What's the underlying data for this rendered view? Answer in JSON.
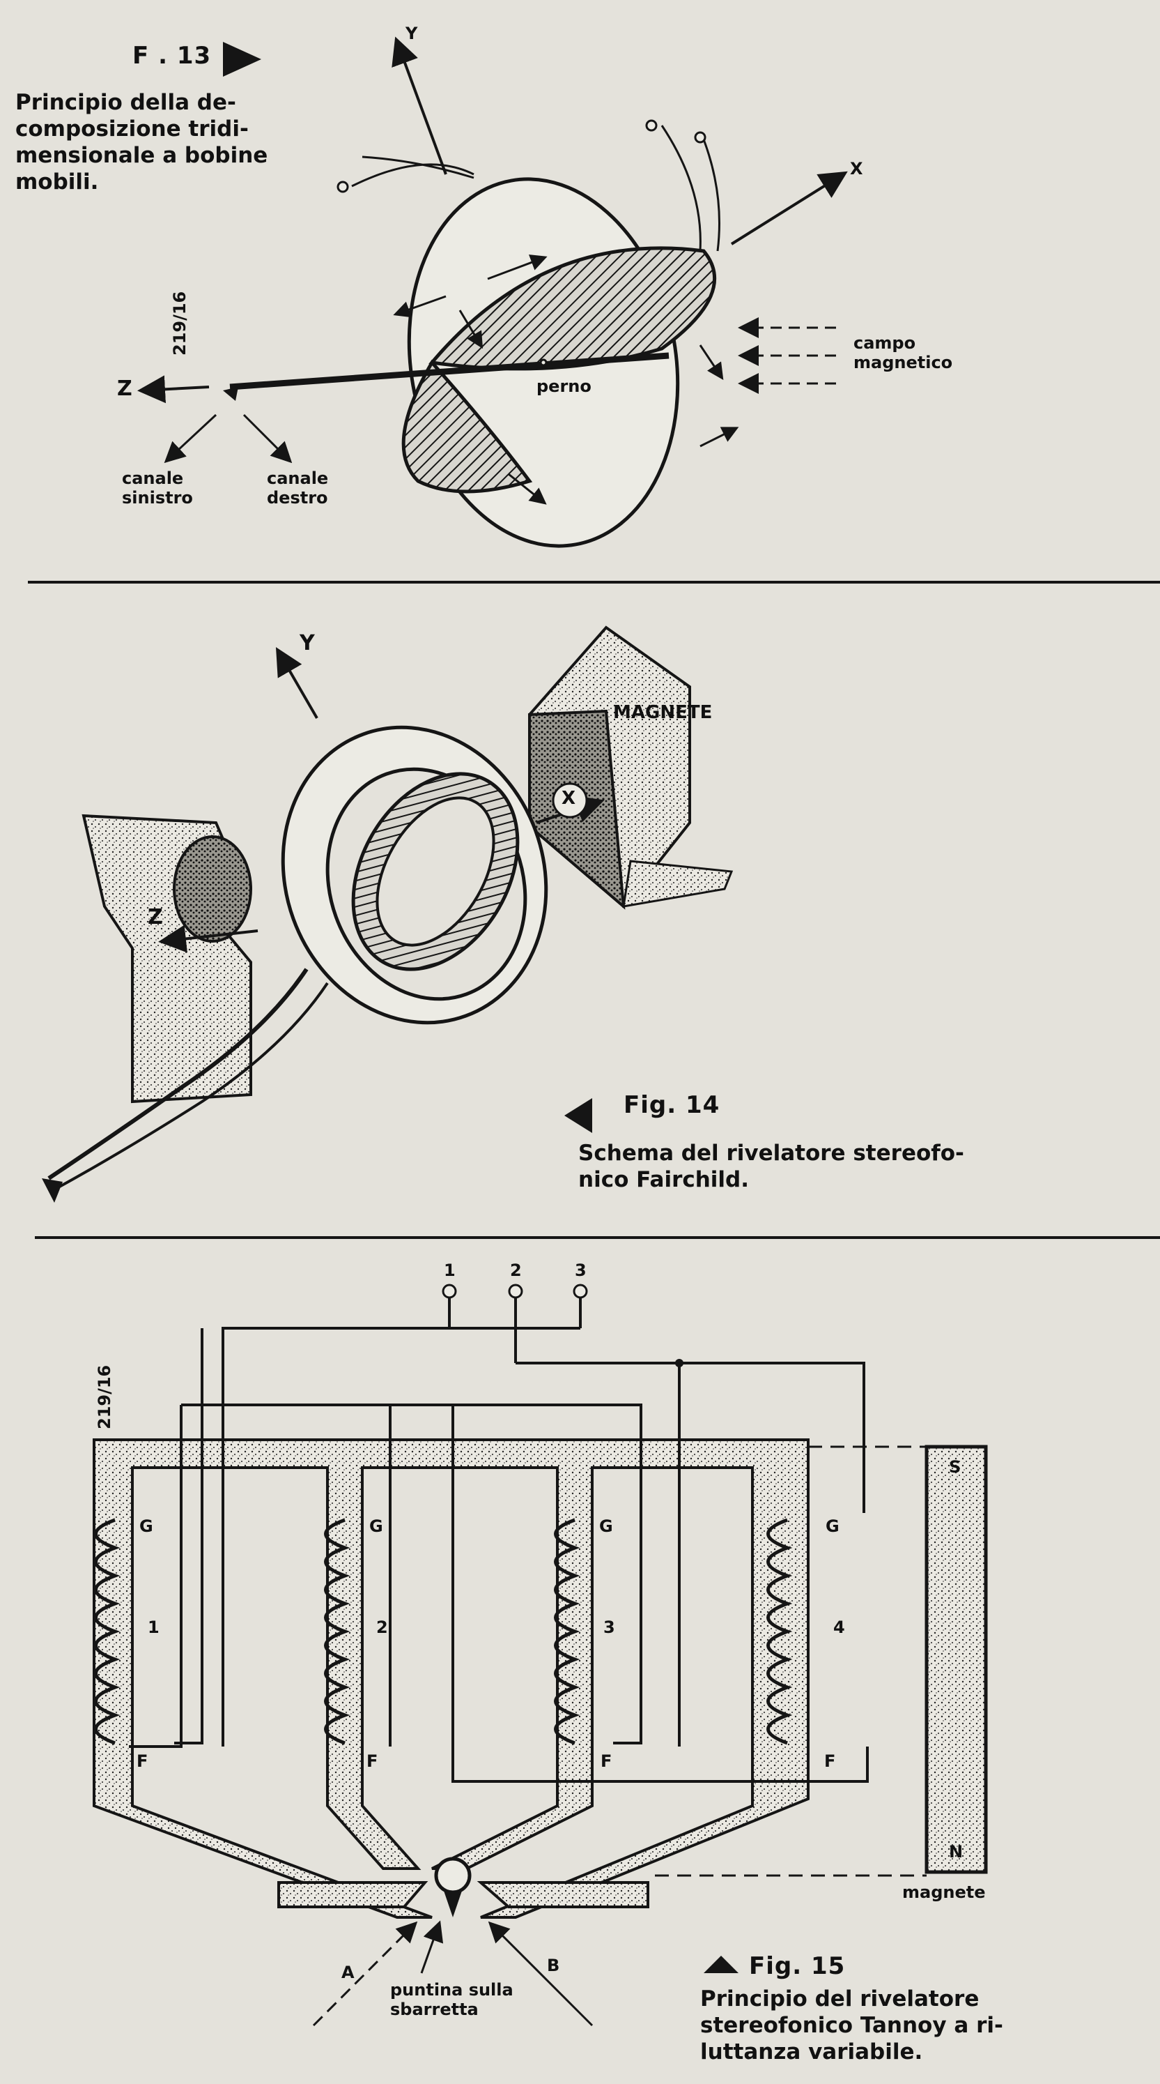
{
  "fig13": {
    "label": "F . 13",
    "caption": "Principio della de-\ncomposizione tridi-\nmensionale a bobine\nmobili.",
    "code": "219/16",
    "axes": {
      "x": "X",
      "y": "Y",
      "z": "Z"
    },
    "campo": "campo\nmagnetico",
    "perno": "perno",
    "canale_sinistro": "canale\nsinistro",
    "canale_destro": "canale\ndestro"
  },
  "fig14": {
    "label": "Fig. 14",
    "caption": "Schema del rivelatore stereofo-\nnico Fairchild.",
    "magnete": "MAGNETE",
    "axes": {
      "x": "X",
      "y": "Y",
      "z": "Z"
    }
  },
  "fig15": {
    "label": "Fig. 15",
    "caption": "Principio del rivelatore\nstereofonico Tannoy a ri-\nluttanza variabile.",
    "code": "219/16",
    "terminals": [
      "1",
      "2",
      "3"
    ],
    "coils": [
      "1",
      "2",
      "3",
      "4"
    ],
    "g_label": "G",
    "f_label": "F",
    "pole_s": "S",
    "pole_n": "N",
    "magnete": "magnete",
    "puntina": "puntina sulla\nsbarretta",
    "a_label": "A",
    "b_label": "B"
  },
  "colors": {
    "paper": "#e4e2db",
    "ink": "#151515"
  }
}
